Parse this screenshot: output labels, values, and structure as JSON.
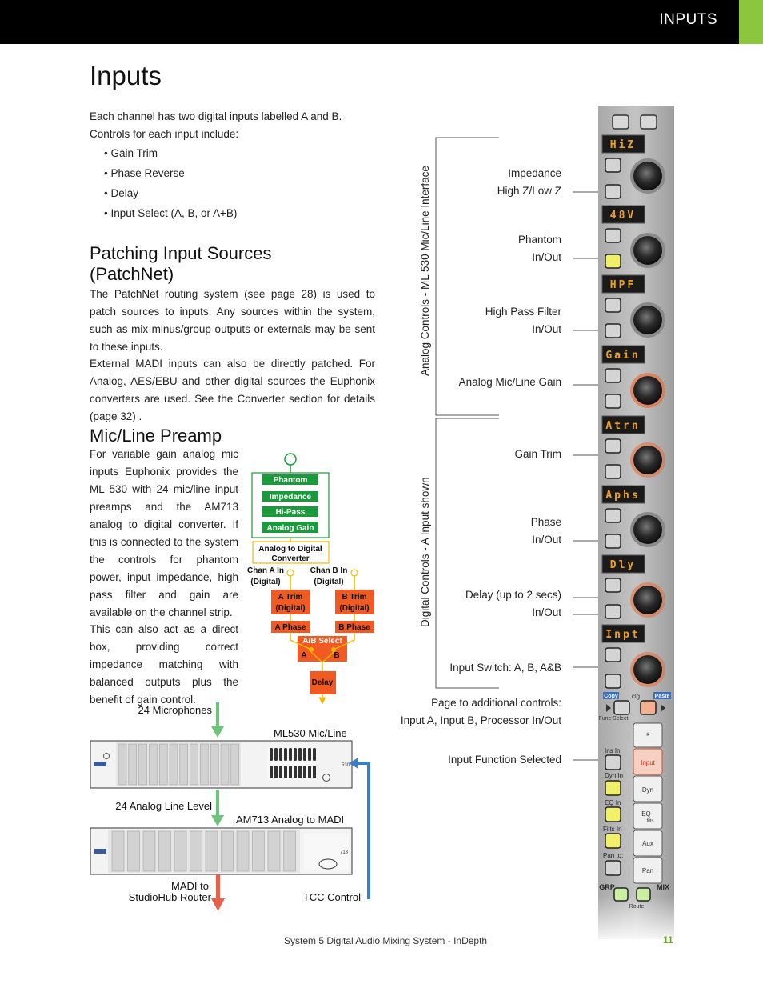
{
  "header": {
    "section": "INPUTS"
  },
  "title": "Inputs",
  "intro": "Each channel has two digital inputs labelled A and B. Controls for each input include:",
  "bullets": [
    "• Gain Trim",
    "• Phase Reverse",
    "• Delay",
    "• Input Select (A, B, or A+B)"
  ],
  "patchnet": {
    "heading_line1": "Patching Input Sources",
    "heading_line2": "(PatchNet)",
    "p1": "The PatchNet routing system (see page 28) is used to patch sources to inputs. Any sources within the system, such as mix-minus/group outputs or externals may be sent to these inputs.",
    "p2": "External MADI inputs can also be directly patched. For Analog, AES/EBU and other digital sources the Euphonix converters are used. See the Converter section for details (page 32) ."
  },
  "preamp": {
    "heading": "Mic/Line Preamp",
    "p1": "For variable gain analog mic inputs Euphonix provides the ML 530 with 24 mic/line input preamps and the AM713 analog to digital converter. If this is connected to the system the controls for phantom power, input impedance, high pass filter and gain are available on the channel strip.",
    "p2": "This can also act as a direct box, providing correct impedance matching with balanced outputs plus the benefit of gain control."
  },
  "flow": {
    "phantom": "Phantom",
    "impedance": "Impedance",
    "hipass": "Hi-Pass",
    "analog_gain": "Analog Gain",
    "adc_line1": "Analog to Digital",
    "adc_line2": "Converter",
    "chan_a_line1": "Chan A In",
    "chan_a_line2": "(Digital)",
    "chan_b_line1": "Chan B In",
    "chan_b_line2": "(Digital)",
    "a_trim_line1": "A Trim",
    "a_trim_line2": "(Digital)",
    "b_trim_line1": "B Trim",
    "b_trim_line2": "(Digital)",
    "a_phase": "A Phase",
    "b_phase": "B Phase",
    "ab_select": "A/B Select",
    "a": "A",
    "b": "B",
    "delay": "Delay"
  },
  "signal": {
    "microphones": "24 Microphones",
    "ml530": "ML530 Mic/Line",
    "line_level": "24 Analog Line Level",
    "am713": "AM713 Analog to MADI",
    "madi_line1": "MADI to",
    "madi_line2": "StudioHub Router",
    "tcc": "TCC Control",
    "ml530_model": "530",
    "am713_model": "713"
  },
  "strip": {
    "analog_group": "Analog Controls - ML 530 Mic/Line Interface",
    "digital_group": "Digital Controls - A Input shown",
    "impedance_line1": "Impedance",
    "impedance_line2": "High Z/Low Z",
    "phantom_line1": "Phantom",
    "phantom_line2": "In/Out",
    "hpf_line1": "High Pass Filter",
    "hpf_line2": "In/Out",
    "gain": "Analog Mic/Line Gain",
    "trim": "Gain Trim",
    "phase_line1": "Phase",
    "phase_line2": "In/Out",
    "delay_line1": "Delay (up to 2 secs)",
    "delay_line2": "In/Out",
    "input_switch": "Input Switch: A, B, A&B",
    "page_line1": "Page to additional controls:",
    "page_line2": "Input A, Input B, Processor In/Out",
    "function_selected": "Input Function Selected",
    "displays": [
      "HiZ",
      "48V",
      "HPF",
      "Gain",
      "Atrn",
      "Aphs",
      "Dly",
      "Inpt"
    ],
    "copy": "Copy",
    "paste": "Paste",
    "clg": "clg",
    "func_select": "Func Select",
    "ins_in": "Ins In",
    "input_btn": "Input",
    "dyn_in": "Dyn In",
    "dyn": "Dyn",
    "eq_in": "EQ In",
    "eq": "EQ",
    "filts_in": "Filts In",
    "filts": "filts",
    "aux": "Aux",
    "pan_to": "Pan to:",
    "pan": "Pan",
    "grp": "GRP",
    "mix": "MIX",
    "route": "Route",
    "star": "*"
  },
  "footer": {
    "text": "System 5 Digital Audio Mixing System - InDepth",
    "page": "11"
  },
  "colors": {
    "accent_green": "#8cc63f",
    "block_green": "#1a9a3a",
    "block_orange": "#f15a22",
    "control_blue": "#3a7fc4",
    "arrow_red": "#e8604a"
  }
}
